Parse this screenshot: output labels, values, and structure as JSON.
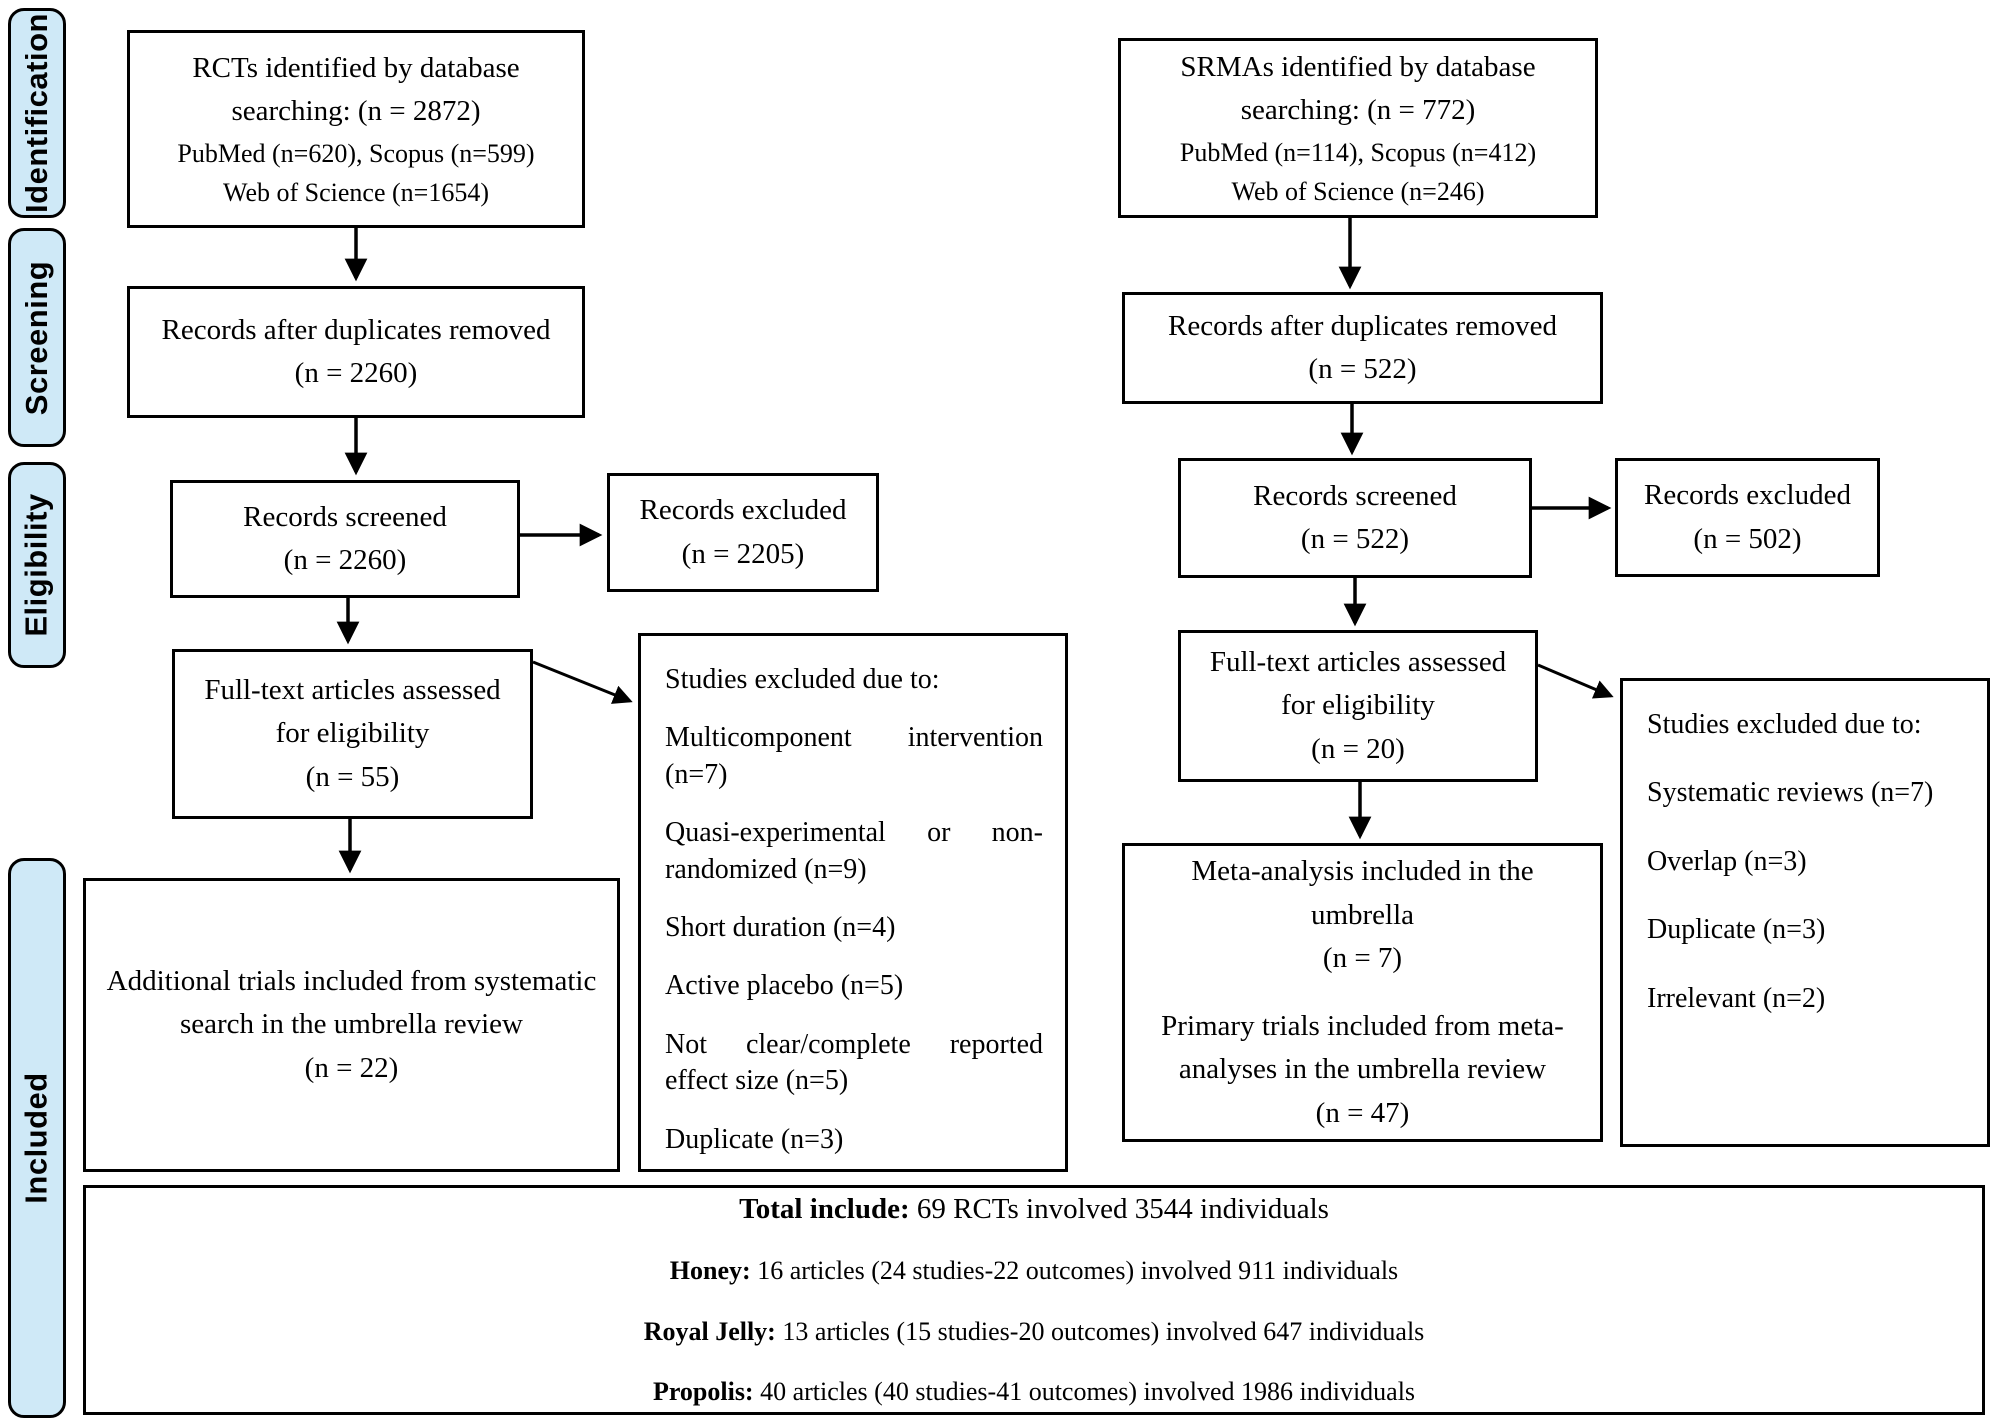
{
  "sidebar": {
    "identification": "Identification",
    "screening": "Screening",
    "eligibility": "Eligibility",
    "included": "Included"
  },
  "left": {
    "identified": {
      "line1": "RCTs identified by database",
      "line2": "searching: (n = 2872)",
      "line3": "PubMed (n=620), Scopus (n=599)",
      "line4": "Web of Science (n=1654)"
    },
    "duplicates": {
      "line1": "Records after duplicates removed",
      "line2": "(n = 2260)"
    },
    "screened": {
      "line1": "Records screened",
      "line2": "(n = 2260)"
    },
    "excluded": {
      "line1": "Records excluded",
      "line2": "(n = 2205)"
    },
    "fulltext": {
      "line1": "Full-text articles assessed",
      "line2": "for eligibility",
      "line3": "(n = 55)"
    },
    "exclusion_reasons": {
      "title": "Studies excluded due to:",
      "item1": "Multicomponent intervention (n=7)",
      "item2": "Quasi-experimental or non-randomized (n=9)",
      "item3": "Short duration (n=4)",
      "item4": "Active placebo (n=5)",
      "item5": "Not clear/complete reported effect size (n=5)",
      "item6": "Duplicate (n=3)"
    },
    "included_trials": {
      "line1": "Additional trials included from systematic",
      "line2": "search in the umbrella review",
      "line3": "(n = 22)"
    }
  },
  "right": {
    "identified": {
      "line1": "SRMAs identified by database",
      "line2": "searching: (n = 772)",
      "line3": "PubMed (n=114), Scopus (n=412)",
      "line4": "Web of Science (n=246)"
    },
    "duplicates": {
      "line1": "Records after duplicates removed",
      "line2": "(n = 522)"
    },
    "screened": {
      "line1": "Records screened",
      "line2": "(n = 522)"
    },
    "excluded": {
      "line1": "Records excluded",
      "line2": "(n = 502)"
    },
    "fulltext": {
      "line1": "Full-text articles assessed",
      "line2": "for eligibility",
      "line3": "(n = 20)"
    },
    "exclusion_reasons": {
      "title": "Studies excluded due to:",
      "item1": "Systematic reviews (n=7)",
      "item2": "Overlap (n=3)",
      "item3": "Duplicate (n=3)",
      "item4": "Irrelevant (n=2)"
    },
    "included_metaanalyses": {
      "p1line1": "Meta-analysis included in the",
      "p1line2": "umbrella",
      "p1line3": "(n = 7)",
      "p2line1": "Primary trials included from meta-",
      "p2line2": "analyses in the umbrella review",
      "p2line3": "(n = 47)"
    }
  },
  "summary": {
    "line1_bold": "Total include:",
    "line1_rest": " 69 RCTs involved 3544 individuals",
    "line2_bold": "Honey:",
    "line2_rest": " 16 articles (24 studies-22 outcomes) involved 911 individuals",
    "line3_bold": "Royal Jelly:",
    "line3_rest": " 13 articles (15 studies-20 outcomes) involved 647 individuals",
    "line4_bold": "Propolis:",
    "line4_rest": " 40 articles (40 studies-41 outcomes) involved 1986 individuals"
  },
  "colors": {
    "stage_fill": "#cfe9f7",
    "border": "#000000",
    "background": "#ffffff"
  }
}
